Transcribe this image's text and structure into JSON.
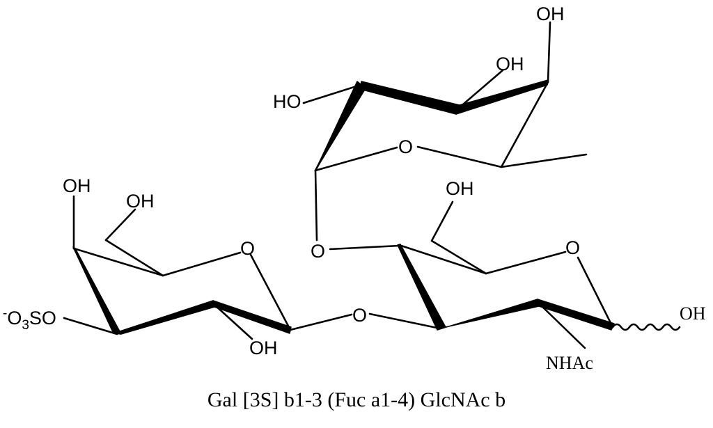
{
  "diagram": {
    "caption": "Gal [3S] b1-3 (Fuc a1-4) GlcNAc b",
    "atom_labels": {
      "fuc_oh_top": "OH",
      "fuc_oh_mid": "OH",
      "fuc_ho_left": "HO",
      "fuc_ring_o": "O",
      "gal_oh_top": "OH",
      "gal_ch2oh": "OH",
      "gal_ring_o": "O",
      "gal_sulfate_prefix": "-",
      "gal_sulfate_o": "O",
      "gal_sulfate_sub": "3",
      "gal_sulfate_s": "SO",
      "gal_oh_bottom": "OH",
      "glycosidic_o_gal_glc": "O",
      "glycosidic_o_fuc_glc": "O",
      "glc_ch2oh": "OH",
      "glc_ring_o": "O",
      "glc_anomeric_oh": "OH",
      "glc_nhac": "NHAc"
    }
  }
}
